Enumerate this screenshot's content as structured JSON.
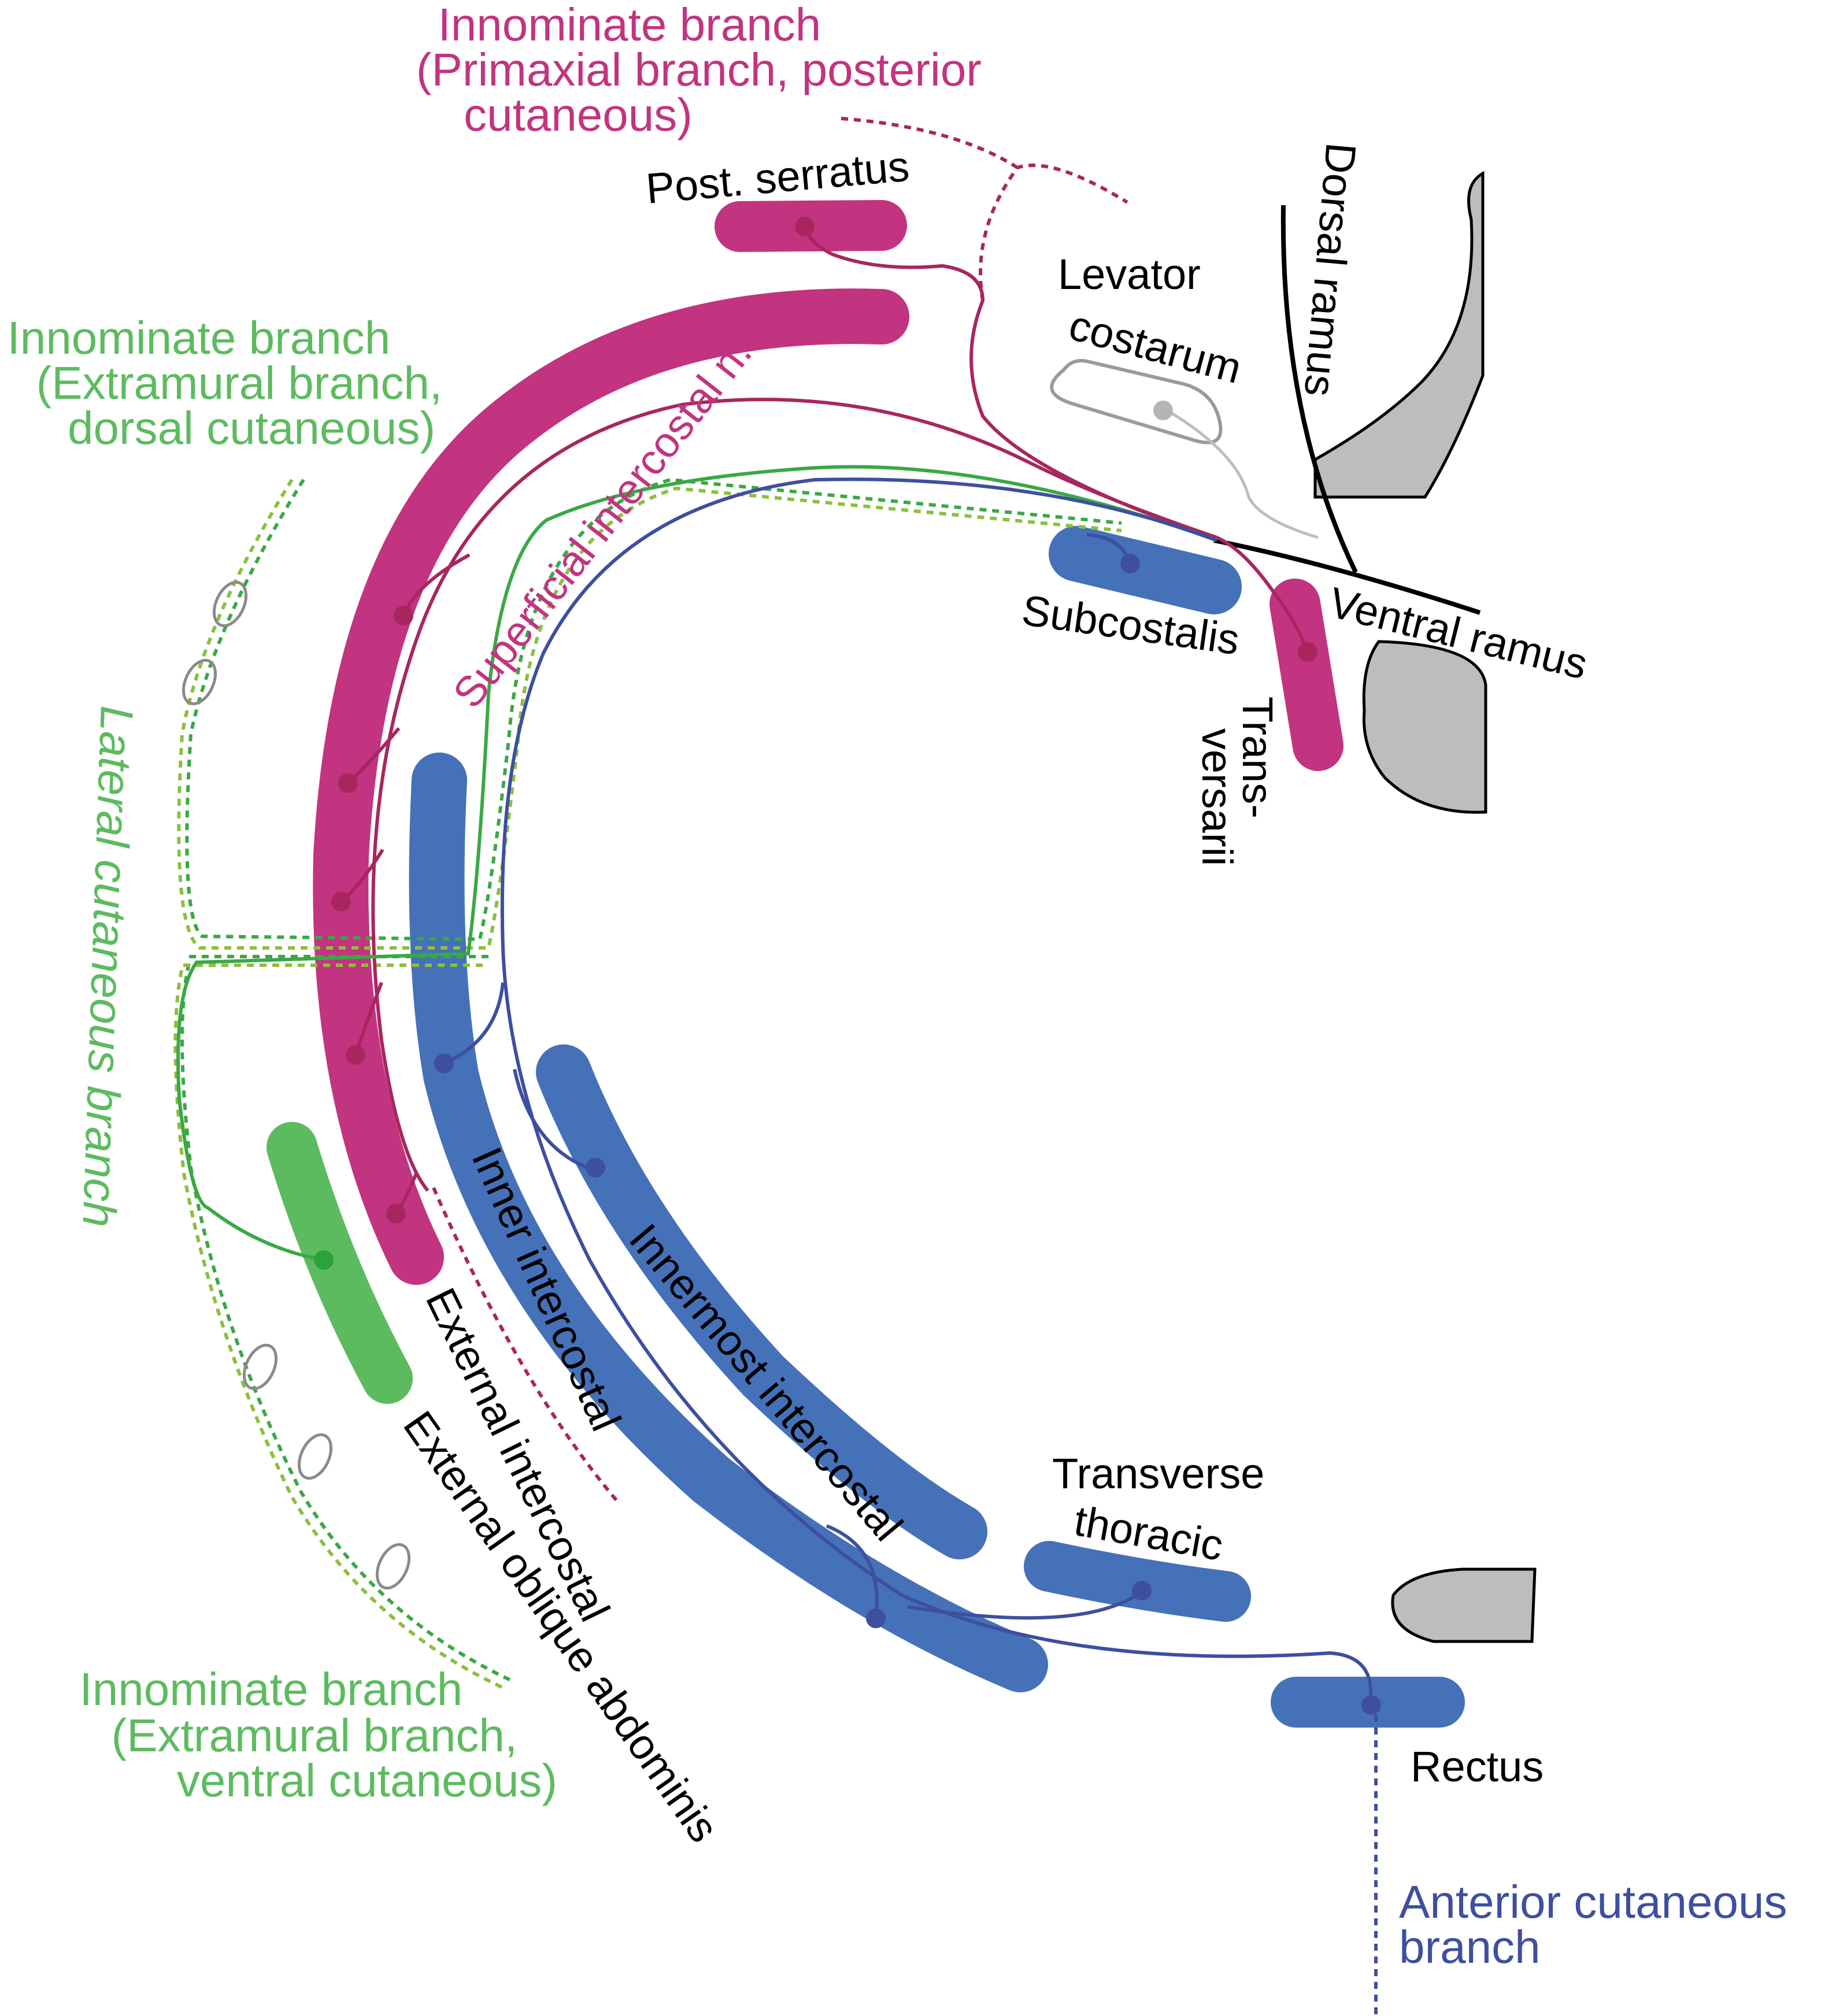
{
  "colors": {
    "magenta": "#c2347f",
    "magenta_nerve": "#a8265e",
    "blue": "#4571b8",
    "blue_nerve": "#3e4fa0",
    "green": "#5dbb5f",
    "green_nerve": "#3aa845",
    "lime": "#8cbf3f",
    "gray_bone": "#bdbdbd",
    "gray_outline": "#9a9a9a",
    "black": "#000000"
  },
  "labels": {
    "innominate_primaxial": [
      "Innominate branch",
      "(Primaxial branch, posterior",
      "cutaneous)"
    ],
    "post_serratus": "Post. serratus",
    "innominate_dorsal": [
      "Innominate branch",
      "(Extramural branch,",
      "dorsal cutaneous)"
    ],
    "levator_costarum": [
      "Levator",
      "costarum"
    ],
    "dorsal_ramus": "Dorsal ramus",
    "superficial_intercostal": "Superficial intercostal n.",
    "subcostalis": "Subcostalis",
    "ventral_ramus": "Ventral ramus",
    "transversarii": [
      "Trans-",
      "versarii"
    ],
    "lateral_cutaneous": "Lateral cutaneous branch",
    "inner_intercostal": "Inner intercostal",
    "innermost_intercostal": "Innermost intercostal",
    "external_intercostal": "External intercostal",
    "external_oblique": "External oblique abdominis",
    "transverse_thoracic": [
      "Transverse",
      "thoracic"
    ],
    "rectus": "Rectus",
    "innominate_ventral": [
      "Innominate branch",
      "(Extramural branch,",
      "ventral cutaneous)"
    ],
    "anterior_cutaneous": [
      "Anterior cutaneous",
      "branch"
    ]
  }
}
